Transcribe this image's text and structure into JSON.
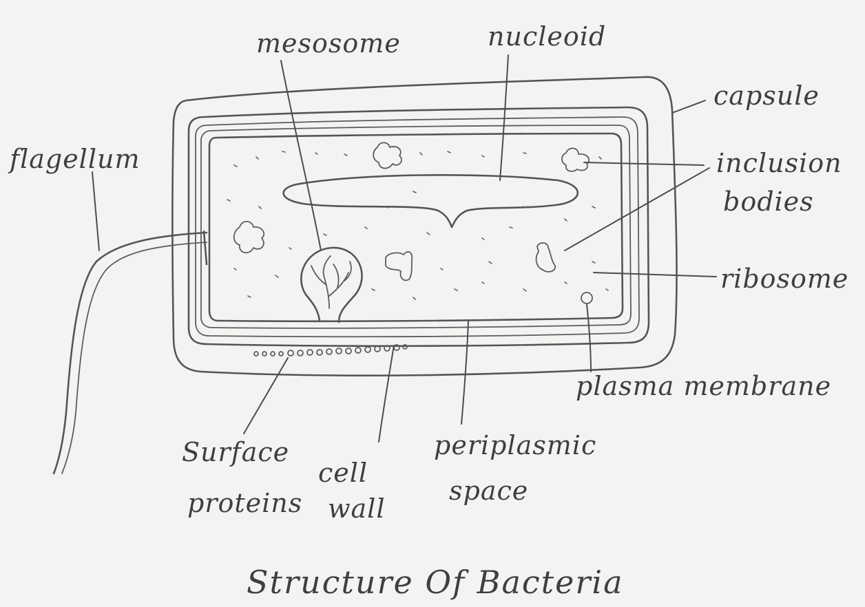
{
  "labels": {
    "mesosome": "mesosome",
    "nucleoid": "nucleoid",
    "capsule": "capsule",
    "flagellum": "flagellum",
    "inclusion_1": "inclusion",
    "inclusion_2": "bodies",
    "ribosome": "ribosome",
    "plasma_membrane": "plasma membrane",
    "surface_1": "Surface",
    "surface_2": "proteins",
    "cell_1": "cell",
    "cell_2": "wall",
    "periplasmic_1": "periplasmic",
    "periplasmic_2": "space"
  },
  "title": "Structure Of Bacteria",
  "colors": {
    "pencil": "#555555",
    "paper": "#f4f3f1"
  }
}
